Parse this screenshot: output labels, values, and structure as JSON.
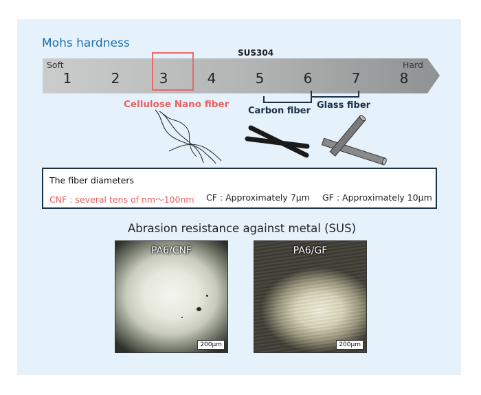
{
  "mohs": {
    "title": "Mohs hardness",
    "soft_label": "Soft",
    "hard_label": "Hard",
    "reference": "SUS304",
    "scale": [
      "1",
      "2",
      "3",
      "4",
      "5",
      "6",
      "7",
      "8"
    ]
  },
  "fibers": {
    "cnf_label": "Cellulose Nano fiber",
    "carbon_label": "Carbon fiber",
    "glass_label": "Glass fiber"
  },
  "diameters": {
    "title": "The fiber diameters",
    "cnf": "CNF : several tens of nm〜100nm",
    "cf": "CF : Approximately 7μm",
    "gf": "GF : Approximately 10μm"
  },
  "abrasion": {
    "title": "Abrasion resistance against metal (SUS)",
    "photos": [
      {
        "label": "PA6/CNF",
        "scale": "200μm"
      },
      {
        "label": "PA6/GF",
        "scale": "200μm"
      }
    ]
  },
  "colors": {
    "accent_blue": "#1f6fb0",
    "cnf_red": "#e86060",
    "navy": "#1b3147",
    "panel_bg": "#e6f2fb"
  }
}
